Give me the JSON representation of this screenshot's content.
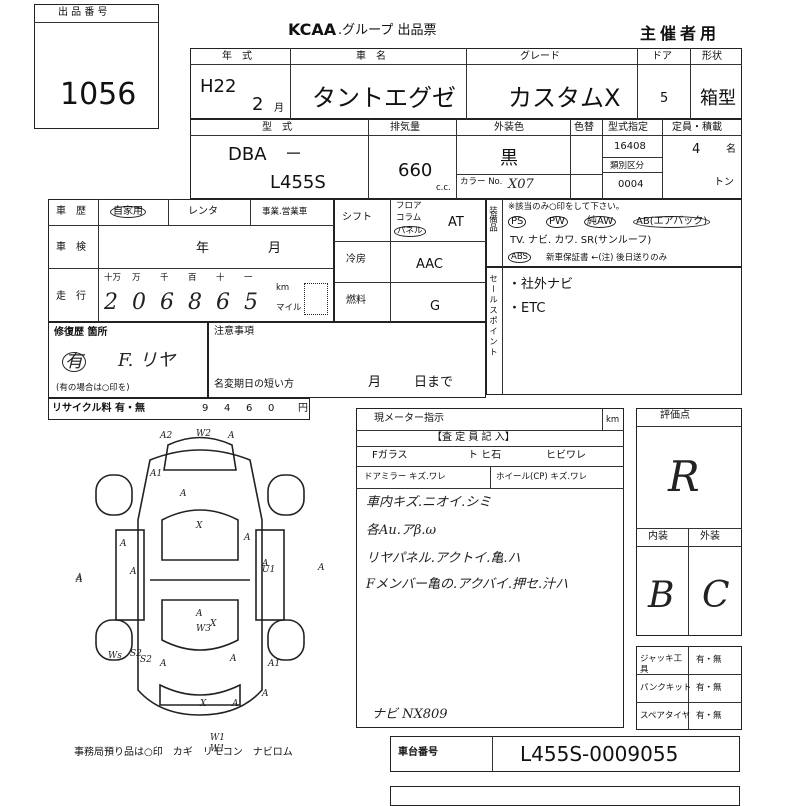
{
  "lot": {
    "label": "出 品 番 号",
    "number": "1056"
  },
  "header": {
    "brand": "KCAA",
    "title": ".グループ 出品票",
    "organizer": "主催者用"
  },
  "top": {
    "year_label": "年　式",
    "name_label": "車　名",
    "grade_label": "グレード",
    "door_label": "ドア",
    "shape_label": "形状",
    "era": "H22",
    "month": "2",
    "month_unit": "月",
    "car_name": "タントエグゼ",
    "grade": "カスタムX",
    "doors": "5",
    "shape": "箱型"
  },
  "spec": {
    "model_label": "型　式",
    "disp_label": "排気量",
    "color_label": "外装色",
    "color2_label": "色替",
    "type_label": "型式指定",
    "cap_label": "定員・積載",
    "model1": "DBA　－",
    "model2": "L455S",
    "displacement": "660",
    "cc": "c.c.",
    "color": "黒",
    "color_no_label": "カラー No.",
    "color_no": "X07",
    "type_no": "16408",
    "class_label": "類別区分",
    "class_no": "0004",
    "capacity": "4",
    "cap_unit": "名",
    "ton_unit": "トン"
  },
  "history": {
    "label": "車　歴",
    "private": "自家用",
    "rental": "レンタ",
    "business": "事業.営業車",
    "shaken_label": "車　検",
    "year": "年",
    "month": "月",
    "mileage_label": "走　行",
    "digit_units": [
      "十万",
      "万",
      "千",
      "百",
      "十",
      "一"
    ],
    "mileage_digits": [
      "2",
      "0",
      "6",
      "8",
      "6",
      "5"
    ],
    "km": "km",
    "mile": "マイル",
    "repair_label": "修復歴 箇所",
    "repair_value": "有",
    "repair_place": "F. リヤ",
    "repair_note": "(有の場合は○印を)",
    "notes_label": "注意事項",
    "rename_label": "名変期日の短い方",
    "rename_month": "月",
    "rename_day": "日まで"
  },
  "drive": {
    "shift_label": "シフト",
    "shift_floor": "フロア",
    "shift_column": "コラム",
    "shift_panel": "パネル",
    "shift_value": "AT",
    "ac_label": "冷房",
    "ac_value": "AAC",
    "fuel_label": "燃料",
    "fuel_value": "G"
  },
  "equipment": {
    "label": "装備品",
    "note": "※該当のみ○印をして下さい。",
    "row1": [
      "PS",
      "PW",
      "純AW",
      "AB(エアバック)"
    ],
    "row2": "TV. ナビ. カワ. SR(サンルーフ)",
    "row3_abs": "ABS",
    "row3": "新車保証書 ←(注) 後日送りのみ"
  },
  "sales_point": {
    "label": "セールスポイント",
    "items": [
      "・社外ナビ",
      "・ETC"
    ]
  },
  "recycle": {
    "label": "リサイクル料 有・無",
    "digits": [
      "9",
      "4",
      "6",
      "0"
    ],
    "unit": "円"
  },
  "inspector": {
    "meter_label": "現メーター指示",
    "km": "km",
    "inspector_label": "【査 定 員 記 入】",
    "glass": "Fガラス",
    "glass2": "ト ヒ石",
    "glass3": "ヒビワレ",
    "mirror": "ドアミラー キズ.ワレ",
    "wheel": "ホイール(CP) キズ.ワレ",
    "notes": [
      "車内キズ.ニオイ.シミ",
      "各Au.アβ.ω",
      "リヤパネル.アクトイ.亀.ハ",
      "Fメンバー亀の.アクバイ.押セ.汁ハ"
    ]
  },
  "rating": {
    "label": "評価点",
    "overall": "R",
    "interior_label": "内装",
    "exterior_label": "外装",
    "interior": "B",
    "exterior": "C"
  },
  "tools": {
    "jack_label": "ジャッキ工具",
    "jack_value": "有・無",
    "puncture_label": "パンクキット",
    "puncture_value": "有・無",
    "spare_label": "スペアタイヤ",
    "spare_value": "有・無"
  },
  "diagram": {
    "marks": [
      "A2",
      "W2",
      "A",
      "A",
      "A",
      "A",
      "A",
      "X",
      "A",
      "A",
      "A",
      "U1",
      "A",
      "W3",
      "Ws",
      "S2",
      "A",
      "A1",
      "A",
      "A",
      "X",
      "W1",
      "A",
      "X",
      "S2",
      "A",
      "A1",
      "W1"
    ],
    "nav_note": "ナビ NX809",
    "keys_note": "事務局預り品は○印　カギ　リモコン　ナビロム"
  },
  "chassis": {
    "label": "車台番号",
    "value": "L455S-0009055"
  }
}
